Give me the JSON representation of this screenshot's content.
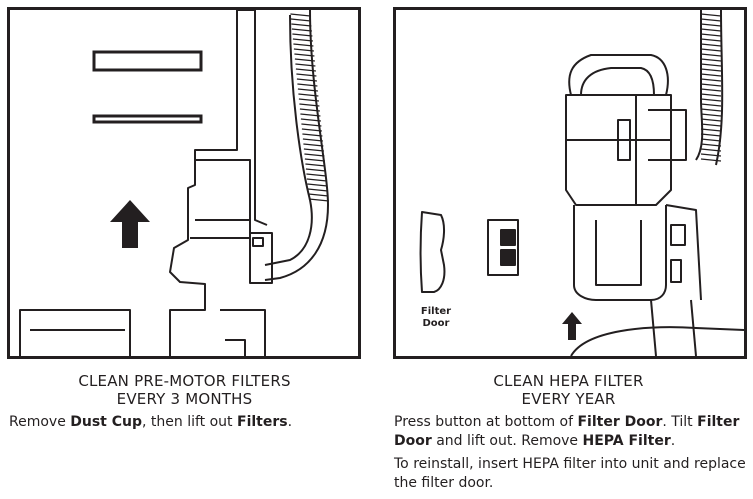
{
  "left": {
    "title_line1": "CLEAN PRE-MOTOR FILTERS",
    "title_line2": "EVERY 3 MONTHS",
    "instr": {
      "t1": "Remove ",
      "b1": "Dust Cup",
      "t2": ", then lift out ",
      "b2": "Filters",
      "t3": "."
    }
  },
  "right": {
    "title_line1": "CLEAN HEPA FILTER",
    "title_line2": "EVERY YEAR",
    "instr1": {
      "t1": "Press button at bottom of ",
      "b1": "Filter Door",
      "t2": ". Tilt ",
      "b2": "Filter Door",
      "t3": " and lift out. Remove ",
      "b3": "HEPA Filter",
      "t4": "."
    },
    "instr2": "To reinstall, insert HEPA filter into unit and replace the filter door.",
    "filter_door_label_1": "Filter",
    "filter_door_label_2": "Door"
  }
}
